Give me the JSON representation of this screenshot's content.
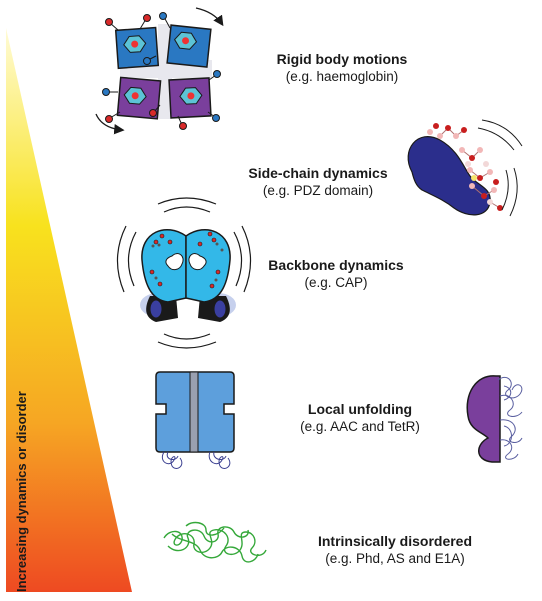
{
  "axis_label": "Increasing dynamics or disorder",
  "gradient_colors": {
    "top": "#fff9cc",
    "mid": "#f7d320",
    "bottom": "#ef4a23"
  },
  "levels": [
    {
      "title": "Rigid body motions",
      "example": "(e.g. haemoglobin)"
    },
    {
      "title": "Side-chain dynamics",
      "example": "(e.g. PDZ domain)"
    },
    {
      "title": "Backbone dynamics",
      "example": "(e.g. CAP)"
    },
    {
      "title": "Local unfolding",
      "example": "(e.g. AAC and TetR)"
    },
    {
      "title": "Intrinsically disordered",
      "example": "(e.g. Phd, AS and E1A)"
    }
  ],
  "colors": {
    "blue": "#2a78c2",
    "purple": "#7a3f9c",
    "navy": "#2b2e8c",
    "cyan": "#33b8e8",
    "light_blue": "#5d9fdc",
    "green": "#35a83a",
    "red": "#d92a2a"
  }
}
